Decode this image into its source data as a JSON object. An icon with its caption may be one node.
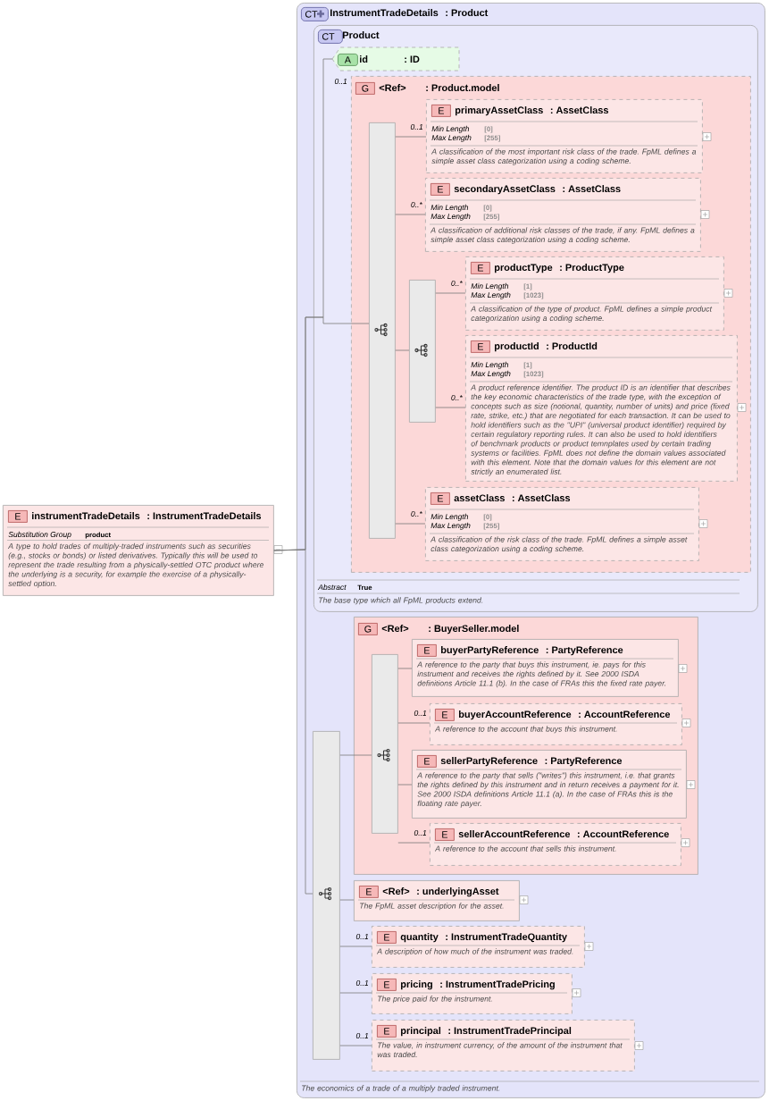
{
  "diagram": {
    "nodes": [
      {
        "text": [
          "E",
          "instrumentTradeDetails",
          ": InstrumentTradeDetails",
          "Substitution Group",
          "product",
          "A type to hold trades of multiply-traded instruments such as securities (e.g., stocks or bonds) or listed derivatives. Typically this will be used to represent the trade resulting from a physically-settled OTC product where the underlying is a security, for example the exercise of a physically-settled option."
        ]
      },
      {
        "text": [
          "CT",
          "InstrumentTradeDetails",
          ": Product",
          "The economics of a trade of a multiply traded instrument."
        ]
      },
      {
        "text": [
          "CT",
          "Product",
          "Abstract",
          "True",
          "The base type which all FpML products extend."
        ],
        "in": 1
      },
      {
        "text": [
          "A",
          "id",
          ": ID"
        ],
        "in": 2
      },
      {
        "text": [
          "G",
          "<Ref>",
          ": Product.model"
        ],
        "in": 2,
        "beside": [
          "0..1"
        ]
      },
      {
        "text": [],
        "shape": "bar",
        "in": 4
      },
      {
        "text": [
          "E",
          "primaryAssetClass",
          ": AssetClass",
          "Min Length",
          "[0]",
          "Max Length",
          "[255]",
          "A classification of the most important risk class of the trade. FpML defines a simple asset class categorization using a coding scheme."
        ],
        "in": 4,
        "beside": [
          "0..1"
        ]
      },
      {
        "text": [
          "E",
          "secondaryAssetClass",
          ": AssetClass",
          "Min Length",
          "[0]",
          "Max Length",
          "[255]",
          "A classification of additional risk classes of the trade, if any. FpML defines a simple asset class categorization using a coding scheme."
        ],
        "in": 4,
        "beside": [
          "0..*"
        ]
      },
      {
        "text": [],
        "shape": "bar",
        "in": 4
      },
      {
        "text": [
          "E",
          "productType",
          ": ProductType",
          "Min Length",
          "[1]",
          "Max Length",
          "[1023]",
          "A classification of the type of product. FpML defines a simple product categorization using a coding scheme."
        ],
        "in": 4,
        "beside": [
          "0..*"
        ]
      },
      {
        "text": [
          "E",
          "productId",
          ": ProductId",
          "Min Length",
          "[1]",
          "Max Length",
          "[1023]",
          "A product reference identifier. The product ID is an identifier that describes the key economic characteristics of the trade type, with the exception of concepts such as size (notional, quantity, number of units) and price (fixed rate, strike, etc.) that are negotiated for each transaction. It can be used to hold identifiers such as the \"UPI\" (universal product identifier) required by certain regulatory reporting rules. It can also be used to hold identifiers of benchmark products or product temnplates used by certain trading systems or facilities. FpML does not define the domain values associated with this element. Note that the domain values for this element are not strictly an enumerated list."
        ],
        "in": 4,
        "beside": [
          "0..*"
        ]
      },
      {
        "text": [
          "E",
          "assetClass",
          ": AssetClass",
          "Min Length",
          "[0]",
          "Max Length",
          "[255]",
          "A classification of the risk class of the trade. FpML defines a simple asset class categorization using a coding scheme."
        ],
        "in": 4,
        "beside": [
          "0..*"
        ]
      },
      {
        "text": [
          "G",
          "<Ref>",
          ": BuyerSeller.model"
        ],
        "in": 1
      },
      {
        "text": [],
        "shape": "bar",
        "in": 12
      },
      {
        "text": [
          "E",
          "buyerPartyReference",
          ": PartyReference",
          "A reference to the party that buys this instrument, ie. pays for this instrument and receives the rights defined by it. See 2000 ISDA definitions Article 11.1 (b). In the case of FRAs this the fixed rate payer."
        ],
        "in": 12
      },
      {
        "text": [
          "E",
          "buyerAccountReference",
          ": AccountReference",
          "A reference to the account that buys this instrument."
        ],
        "in": 12,
        "beside": [
          "0..1"
        ]
      },
      {
        "text": [
          "E",
          "sellerPartyReference",
          ": PartyReference",
          "A reference to the party that sells (\"writes\") this instrument, i.e. that grants the rights defined by this instrument and in return receives a payment for it. See 2000 ISDA definitions Article 11.1 (a). In the case of FRAs this is the floating rate payer."
        ],
        "in": 12
      },
      {
        "text": [
          "E",
          "sellerAccountReference",
          ": AccountReference",
          "A reference to the account that sells this instrument."
        ],
        "in": 12,
        "beside": [
          "0..1"
        ]
      },
      {
        "text": [],
        "shape": "bar",
        "in": 1
      },
      {
        "text": [
          "E",
          "<Ref>",
          ": underlyingAsset",
          "The FpML asset description for the asset."
        ],
        "in": 1
      },
      {
        "text": [
          "E",
          "quantity",
          ": InstrumentTradeQuantity",
          "A description of how much of the instrument was traded."
        ],
        "in": 1,
        "beside": [
          "0..1"
        ]
      },
      {
        "text": [
          "E",
          "pricing",
          ": InstrumentTradePricing",
          "The price paid for the instrument."
        ],
        "in": 1,
        "beside": [
          "0..1"
        ]
      },
      {
        "text": [
          "E",
          "principal",
          ": InstrumentTradePrincipal",
          "The value, in instrument currency, of the amount of the instrument that was traded."
        ],
        "in": 1,
        "beside": [
          "0..1"
        ]
      }
    ],
    "edges": [
      {
        "from": 0,
        "to": 3,
        "arrow": "none"
      },
      {
        "from": 0,
        "to": 5,
        "arrow": "none"
      },
      {
        "from": 0,
        "to": 18,
        "arrow": "none"
      },
      {
        "from": 5,
        "to": 6,
        "arrow": "none"
      },
      {
        "from": 5,
        "to": 7,
        "arrow": "none"
      },
      {
        "from": 5,
        "to": 8,
        "arrow": "none"
      },
      {
        "from": 8,
        "to": 9,
        "arrow": "none"
      },
      {
        "from": 8,
        "to": 10,
        "arrow": "none"
      },
      {
        "from": 5,
        "to": 11,
        "arrow": "none"
      },
      {
        "from": 18,
        "to": 13,
        "arrow": "none"
      },
      {
        "from": 13,
        "to": 14,
        "arrow": "none"
      },
      {
        "from": 13,
        "to": 15,
        "arrow": "none"
      },
      {
        "from": 13,
        "to": 16,
        "arrow": "none"
      },
      {
        "from": 13,
        "to": 17,
        "arrow": "none"
      },
      {
        "from": 18,
        "to": 19,
        "arrow": "none"
      },
      {
        "from": 18,
        "to": 20,
        "arrow": "none"
      },
      {
        "from": 18,
        "to": 21,
        "arrow": "none"
      },
      {
        "from": 18,
        "to": 22,
        "arrow": "none"
      }
    ]
  }
}
